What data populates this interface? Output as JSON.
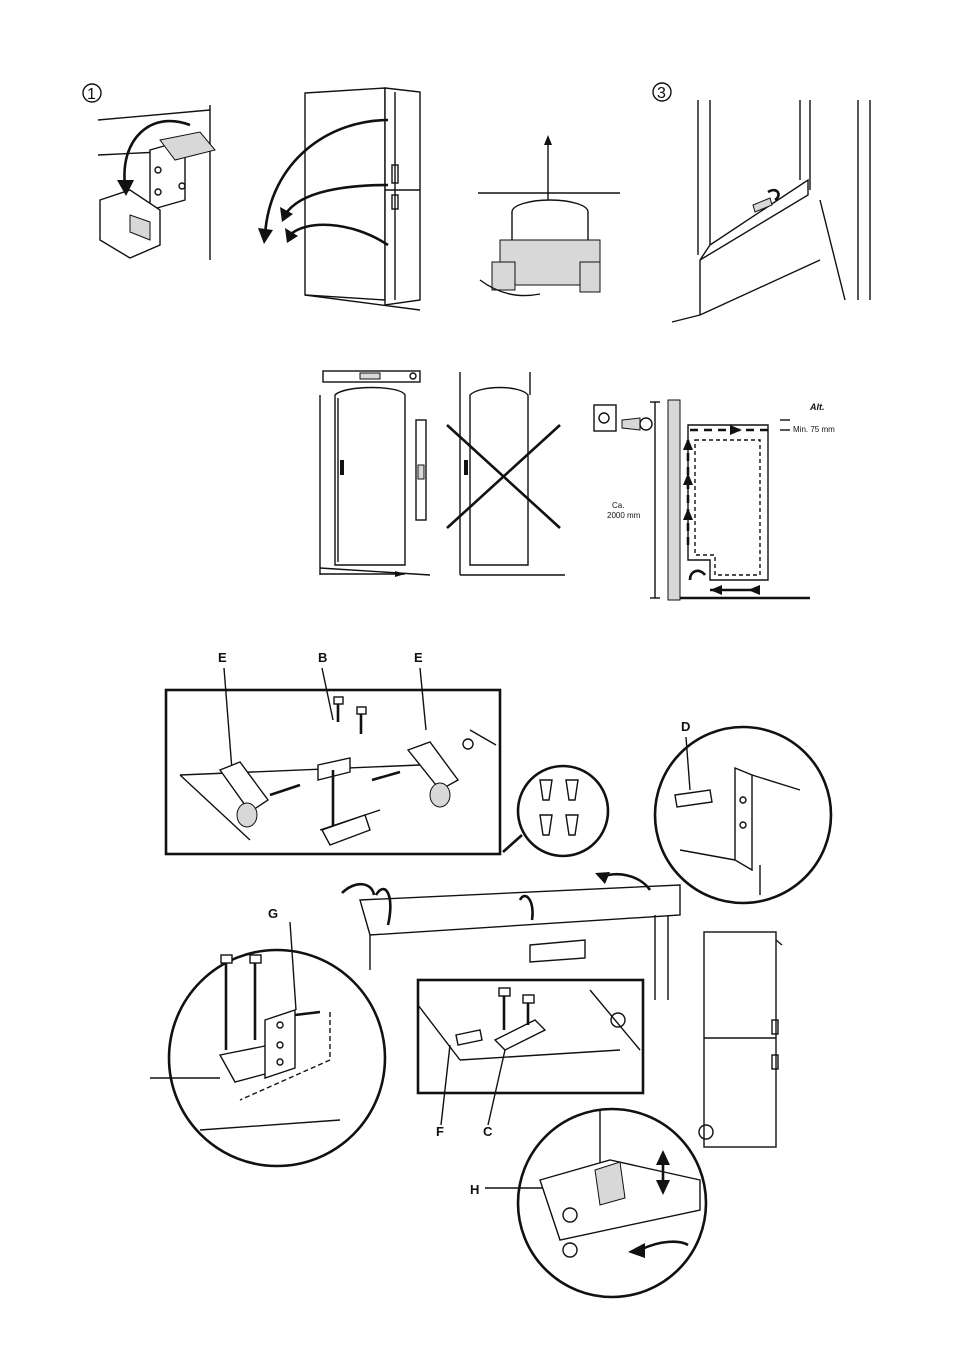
{
  "steps": {
    "step1": "1",
    "step3": "3"
  },
  "ventilation": {
    "alt_label": "Alt.",
    "min_label": "Min. 75 mm",
    "height_label_1": "Ca.",
    "height_label_2": "2000 mm"
  },
  "parts": {
    "E_left": "E",
    "B": "B",
    "E_right": "E",
    "D": "D",
    "G": "G",
    "F": "F",
    "C": "C",
    "H": "H"
  },
  "icons": [
    "hinge-icon",
    "refrigerator-icon",
    "compressor-icon",
    "spirit-level-icon",
    "wall-socket-icon",
    "screw-icon",
    "arrow-icon",
    "cross-icon"
  ]
}
